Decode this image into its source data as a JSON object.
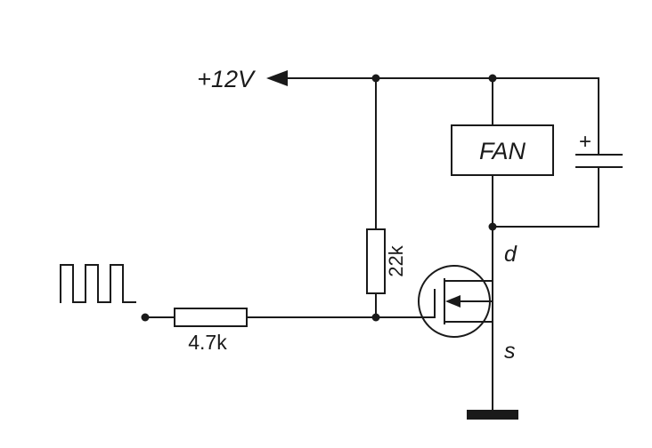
{
  "diagram": {
    "kind": "circuit-schematic",
    "colors": {
      "line": "#1a1a1a",
      "background": "#ffffff"
    },
    "labels": {
      "supply_rail": "+12V",
      "fan": "FAN",
      "capacitor_plus": "+",
      "pullup_resistor": "22k",
      "gate_resistor": "4.7k",
      "drain": "d",
      "source": "s"
    }
  }
}
